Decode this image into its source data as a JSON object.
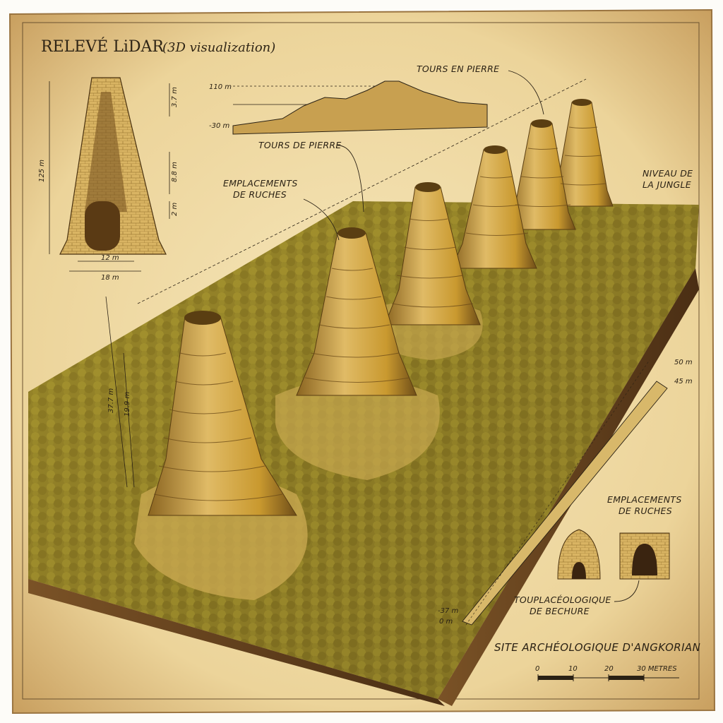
{
  "title": {
    "main": "RELEVÉ LiDAR",
    "sub": "(3D visualization)"
  },
  "profile": {
    "label_top": "110 m",
    "label_bottom": "-30 m"
  },
  "section_dims": {
    "height_total": "125 m",
    "d1": "3.7 m",
    "d2": "8.8 m",
    "d3": "2 m",
    "inner_width": "12 m",
    "outer_width": "18 m"
  },
  "foreground_dims": {
    "d1": "37.7 m",
    "d2": "19.9 m"
  },
  "labels": {
    "tours_en_pierre": "TOURS EN PIERRE",
    "tours_de_pierre": "TOURS DE PIERRE",
    "emplacements_ruches_1": "EMPLACEMENTS",
    "emplacements_ruches_2": "DE RUCHES",
    "niveau_jungle_1": "NIVEAU DE",
    "niveau_jungle_2": "LA JUNGLE",
    "inset_ruches_1": "EMPLACEMENTS",
    "inset_ruches_2": "DE RUCHES",
    "inset_topo_1": "TOUPLACÉOLOGIQUE",
    "inset_topo_2": "DE BECHURE"
  },
  "side_profile": {
    "top1": "50 m",
    "top2": "45 m",
    "bottom1": "-37 m",
    "bottom2": "0 m"
  },
  "site_name": "SITE ARCHÉOLOGIQUE D'ANGKORIAN",
  "scale_bar": {
    "ticks": [
      "0",
      "10",
      "20"
    ],
    "unit": "30 METRES"
  },
  "colors": {
    "parchment": "#f1dfae",
    "ink": "#2a2114",
    "stone": "#c9a04a",
    "jungle": "#8a7a2a"
  }
}
